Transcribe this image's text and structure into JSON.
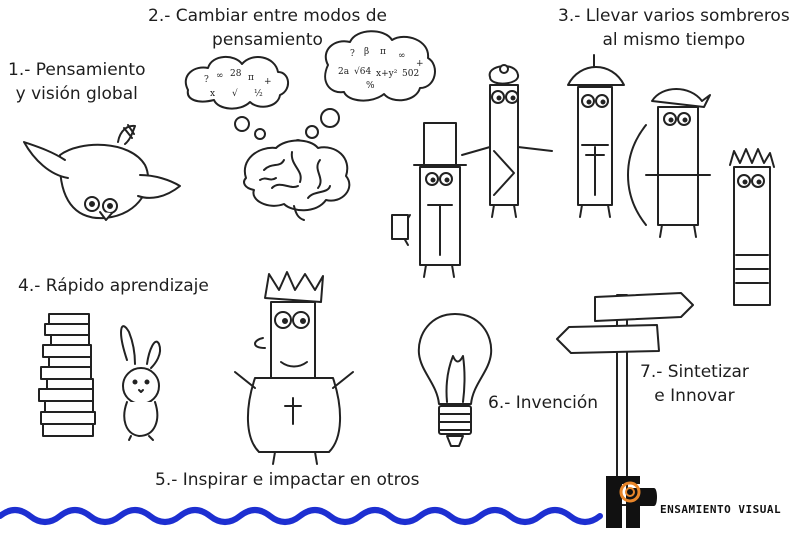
{
  "labels": {
    "item1": {
      "line1": "1.- Pensamiento",
      "line2": "y visión global"
    },
    "item2": {
      "line1": "2.- Cambiar entre modos de",
      "line2": "pensamiento"
    },
    "item3": {
      "line1": "3.- Llevar varios sombreros",
      "line2": "al mismo tiempo"
    },
    "item4": {
      "line1": "4.- Rápido aprendizaje"
    },
    "item5": {
      "line1": "5.- Inspirar e impactar en otros"
    },
    "item6": {
      "line1": "6.- Invención"
    },
    "item7": {
      "line1": "7.- Sintetizar",
      "line2": "e Innovar"
    }
  },
  "thought_formulas": {
    "left": [
      "?",
      "∞",
      "28",
      "π",
      "+",
      "x",
      "√",
      "½"
    ],
    "right": [
      "?",
      "β",
      "π",
      "∞",
      "2a",
      "√64",
      "x+y²",
      "502",
      "+",
      "%"
    ]
  },
  "brand": {
    "name": "ENSAMIENTO VISUAL"
  },
  "colors": {
    "wave": "#1d2fd1",
    "logo_orange": "#e8862a",
    "ink": "#222222"
  }
}
